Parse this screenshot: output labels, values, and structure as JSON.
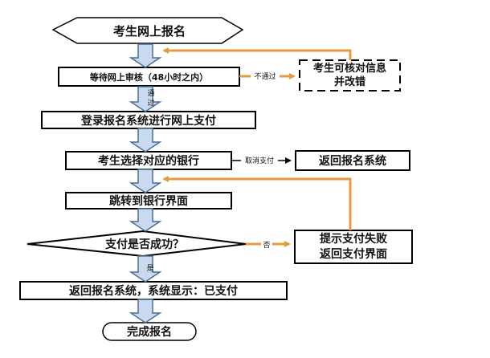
{
  "nodes": {
    "start": "考生网上报名",
    "wait_review": "等待网上审核（48小时之内）",
    "modify": "考生可核对信息并改错",
    "login_pay": "登录报名系统进行网上支付",
    "choose_bank": "考生选择对应的银行",
    "return_system": "返回报名系统",
    "jump_bank": "跳转到银行界面",
    "pay_success_q": "支付是否成功？",
    "pay_fail": "提示支付失败\n返回支付界面",
    "return_paid": "返回报名系统，系统显示：已支付",
    "end": "完成报名"
  },
  "edge_labels": {
    "not_pass": "不通过",
    "pass": "通\n过",
    "cancel_pay": "取消支付",
    "no": "否",
    "yes": "是"
  },
  "colors": {
    "box_border": "#000000",
    "arrow_fill": "#c9daf0",
    "arrow_stroke": "#4a6f96",
    "feedback": "#e89a3c"
  }
}
